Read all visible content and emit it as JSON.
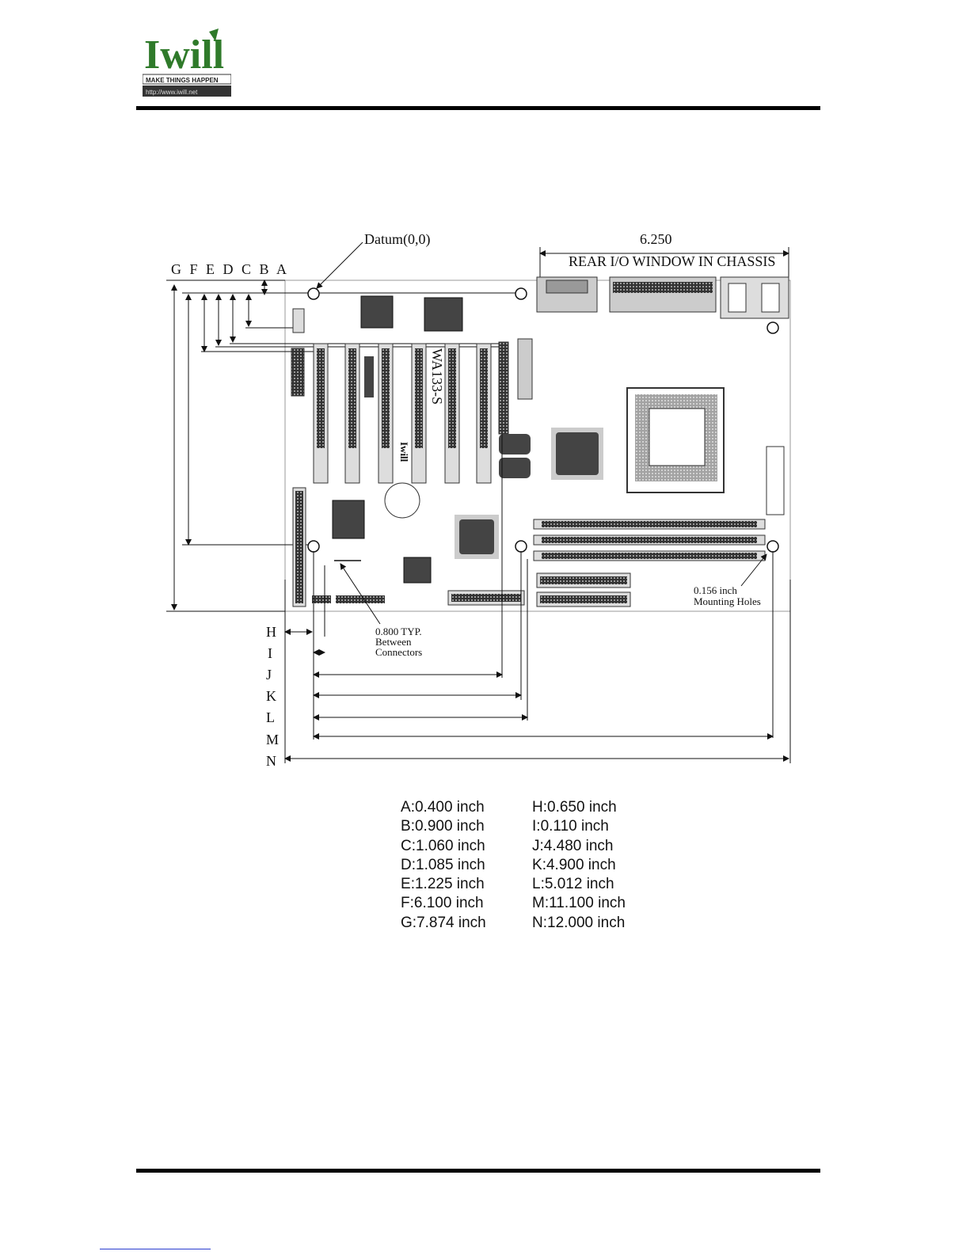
{
  "header": {
    "logo": {
      "text": "Iwill",
      "tagline": "MAKE THINGS HAPPEN",
      "url": "http://www.iwill.net"
    }
  },
  "figure": {
    "datum_label": "Datum(0,0)",
    "rear_io_dimension": "6.250",
    "rear_io_label": "REAR I/O WINDOW IN CHASSIS",
    "top_letters": "G F E D C B A",
    "side_letters": [
      "H",
      "I",
      "J",
      "K",
      "L",
      "M",
      "N"
    ],
    "board_model": "WA133-S",
    "board_logo": "Iwill",
    "connector_note_lines": [
      "0.800 TYP.",
      "Between",
      "Connectors"
    ],
    "mounting_note_lines": [
      "0.156 inch",
      "Mounting Holes"
    ]
  },
  "dimensions": {
    "left": [
      {
        "key": "A",
        "value": "0.400",
        "unit": "inch"
      },
      {
        "key": "B",
        "value": "0.900",
        "unit": "inch"
      },
      {
        "key": "C",
        "value": "1.060",
        "unit": "inch"
      },
      {
        "key": "D",
        "value": "1.085",
        "unit": "inch"
      },
      {
        "key": "E",
        "value": "1.225",
        "unit": "inch"
      },
      {
        "key": "F",
        "value": "6.100",
        "unit": "inch"
      },
      {
        "key": "G",
        "value": "7.874",
        "unit": "inch"
      }
    ],
    "right": [
      {
        "key": "H",
        "value": "0.650",
        "unit": "inch"
      },
      {
        "key": "I",
        "value": "0.110",
        "unit": "inch"
      },
      {
        "key": "J",
        "value": "4.480",
        "unit": "inch"
      },
      {
        "key": "K",
        "value": "4.900",
        "unit": "inch"
      },
      {
        "key": "L",
        "value": "5.012",
        "unit": "inch"
      },
      {
        "key": "M",
        "value": "11.100",
        "unit": "inch"
      },
      {
        "key": "N",
        "value": "12.000",
        "unit": "inch"
      }
    ]
  }
}
